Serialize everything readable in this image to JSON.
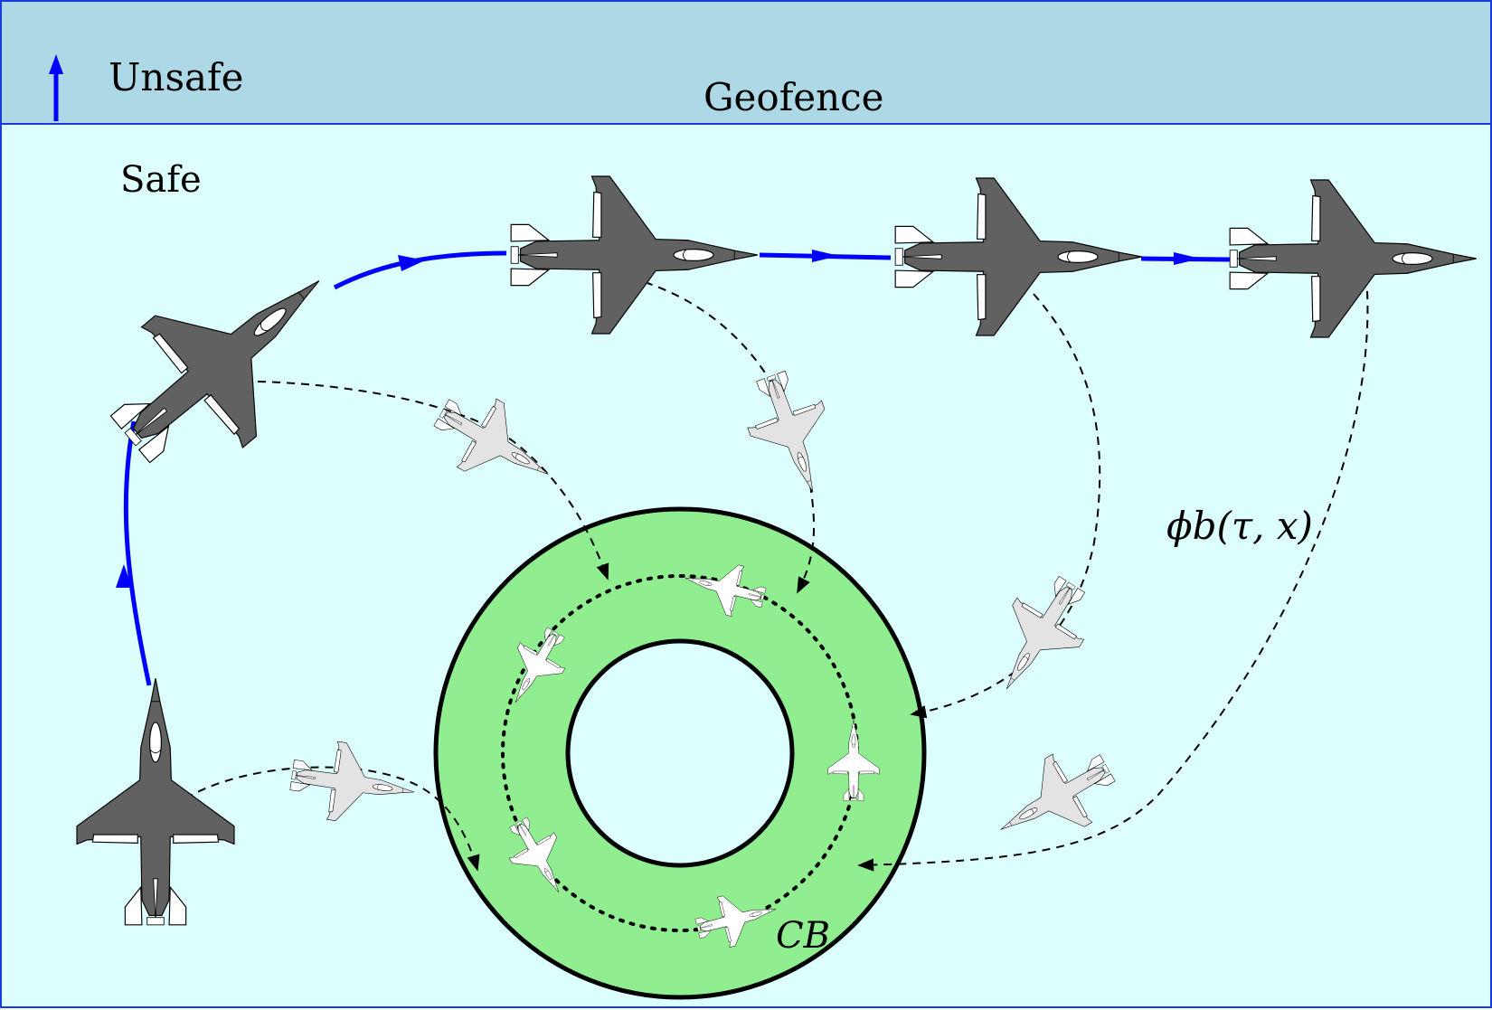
{
  "labels": {
    "unsafe": "Unsafe",
    "geofence": "Geofence",
    "safe": "Safe",
    "backup_flow": "ϕb(τ, x)",
    "backup_set": "CB"
  },
  "colors": {
    "unsafe_region": "#add8e6",
    "safe_region": "#dcfffe",
    "region_border": "#1a3bdb",
    "backup_set_fill": "#90ee90",
    "nominal_path": "#0000ff",
    "jet_dark": "#616161",
    "jet_light": "#e3e3e3",
    "jet_white": "#ffffff"
  },
  "icons": {
    "aircraft": "fighter-jet-icon",
    "direction_arrow": "arrow-up-icon"
  }
}
